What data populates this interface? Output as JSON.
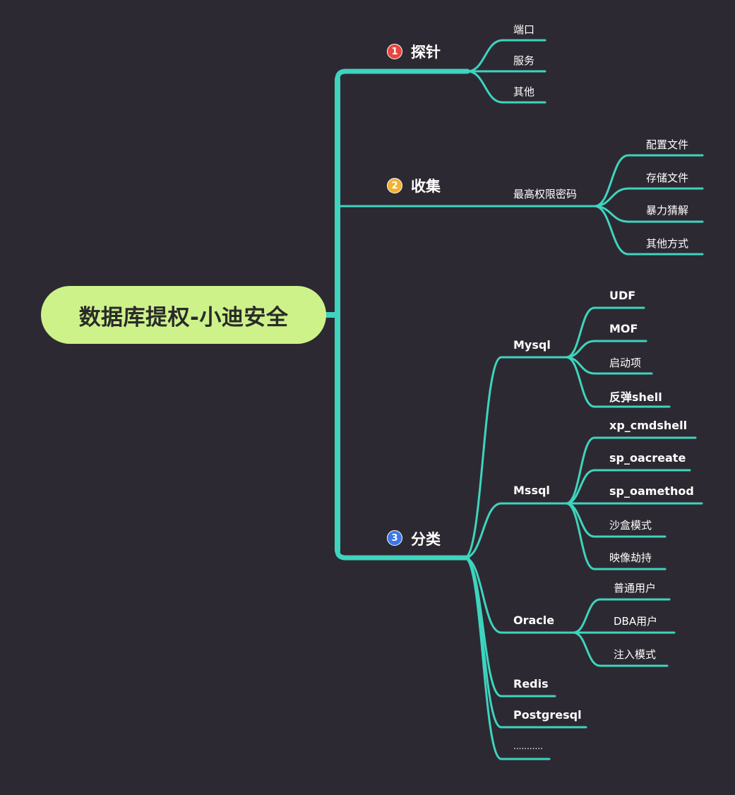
{
  "root": {
    "label": "数据库提权-小迪安全"
  },
  "colors": {
    "background": "#2d2932",
    "line": "#3ed4be",
    "root_fill": "#cdf28a",
    "badge_1": "#e5483f",
    "badge_2": "#f2b134",
    "badge_3": "#3b78e7"
  },
  "branches": [
    {
      "badge": "1",
      "label": "探针",
      "children": [
        {
          "label": "端口"
        },
        {
          "label": "服务"
        },
        {
          "label": "其他"
        }
      ]
    },
    {
      "badge": "2",
      "label": "收集",
      "children": [
        {
          "label": "最高权限密码",
          "children": [
            {
              "label": "配置文件"
            },
            {
              "label": "存储文件"
            },
            {
              "label": "暴力猜解"
            },
            {
              "label": "其他方式"
            }
          ]
        }
      ]
    },
    {
      "badge": "3",
      "label": "分类",
      "children": [
        {
          "label": "Mysql",
          "children": [
            {
              "label": "UDF"
            },
            {
              "label": "MOF"
            },
            {
              "label": "启动项"
            },
            {
              "label": "反弹shell"
            }
          ]
        },
        {
          "label": "Mssql",
          "children": [
            {
              "label": "xp_cmdshell"
            },
            {
              "label": "sp_oacreate"
            },
            {
              "label": "sp_oamethod"
            },
            {
              "label": "沙盒模式"
            },
            {
              "label": "映像劫持"
            }
          ]
        },
        {
          "label": "Oracle",
          "children": [
            {
              "label": "普通用户"
            },
            {
              "label": "DBA用户"
            },
            {
              "label": "注入模式"
            }
          ]
        },
        {
          "label": "Redis"
        },
        {
          "label": "Postgresql"
        },
        {
          "label": "..........."
        }
      ]
    }
  ]
}
